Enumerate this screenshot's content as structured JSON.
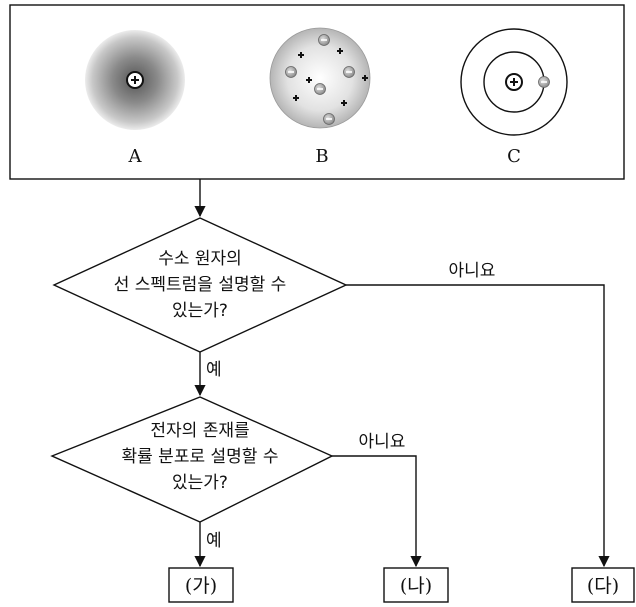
{
  "models": [
    {
      "label": "A"
    },
    {
      "label": "B"
    },
    {
      "label": "C"
    }
  ],
  "questions": {
    "q1": [
      "수소 원자의",
      "선 스펙트럼을 설명할 수",
      "있는가?"
    ],
    "q2": [
      "전자의 존재를",
      "확률 분포로 설명할 수",
      "있는가?"
    ]
  },
  "branch": {
    "yes": "예",
    "no": "아니요"
  },
  "results": {
    "ga": "(가)",
    "na": "(나)",
    "da": "(다)"
  }
}
